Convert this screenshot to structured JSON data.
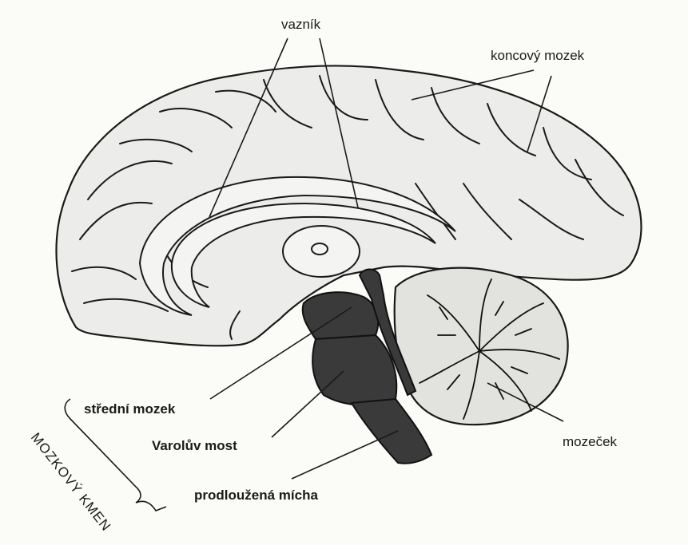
{
  "labels": {
    "vaznik": "vazník",
    "koncovy_mozek": "koncový mozek",
    "stredni_mozek": "střední mozek",
    "varoluv_most": "Varolův most",
    "prodlouzena_micha": "prodloužená mícha",
    "mozecek": "mozeček",
    "mozkovy_kmen": "MOZKOVÝ KMEN"
  },
  "colors": {
    "ink": "#1a1a1a",
    "cortex_fill": "#ececea",
    "brainstem_fill": "#3a3a3a",
    "cerebellum_fill": "#e2e2df",
    "paper": "#fbfbf8"
  }
}
